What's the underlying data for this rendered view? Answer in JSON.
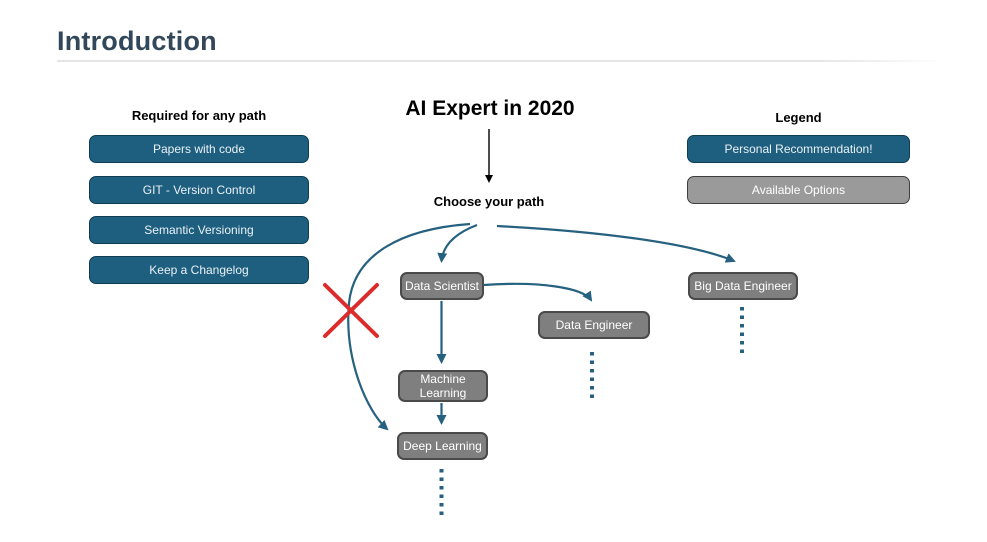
{
  "page": {
    "title": "Introduction"
  },
  "required_panel": {
    "heading": "Required for any path",
    "items": [
      "Papers with code",
      "GIT - Version Control",
      "Semantic Versioning",
      "Keep a Changelog"
    ]
  },
  "diagram": {
    "title": "AI Expert in 2020",
    "subtitle": "Choose your path",
    "nodes": [
      "Data Scientist",
      "Data Engineer",
      "Big Data Engineer",
      "Machine Learning",
      "Deep Learning"
    ]
  },
  "legend": {
    "heading": "Legend",
    "items": [
      "Personal Recommendation!",
      "Available Options"
    ]
  },
  "colors": {
    "accent_blue": "#1E5F80",
    "node_gray": "#7F7F7F",
    "legend_gray": "#9A9A9A",
    "arrow_teal": "#26617F",
    "cross_red": "#DB2B2B",
    "heading_color": "#33475B"
  }
}
